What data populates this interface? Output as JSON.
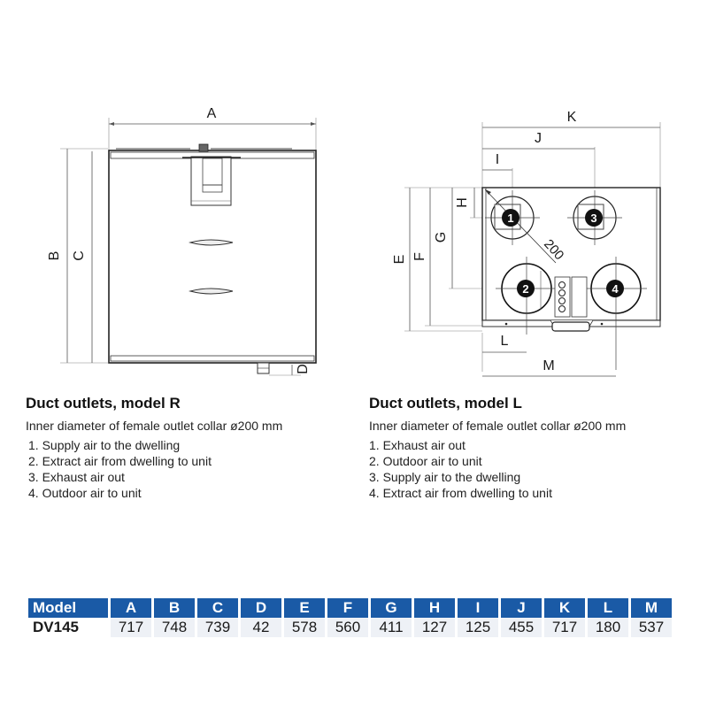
{
  "diagram_left": {
    "name": "front-view",
    "dimension_labels": {
      "width": "A",
      "height_total": "B",
      "height_body": "C",
      "foot": "D"
    }
  },
  "diagram_right": {
    "name": "top-view-duct-outlets",
    "dimension_labels": {
      "E": "E",
      "F": "F",
      "G": "G",
      "H": "H",
      "I": "I",
      "J": "J",
      "K": "K",
      "L": "L",
      "M": "M"
    },
    "diameter_label": "200",
    "outlets": [
      "1",
      "2",
      "3",
      "4"
    ]
  },
  "model_r": {
    "title": "Duct outlets, model R",
    "subtitle": "Inner diameter of female outlet collar ø200 mm",
    "items": [
      "1. Supply air to the dwelling",
      "2. Extract air from dwelling to unit",
      "3. Exhaust air out",
      "4. Outdoor air to unit"
    ]
  },
  "model_l": {
    "title": "Duct outlets, model L",
    "subtitle": "Inner diameter of female outlet collar ø200 mm",
    "items": [
      "1. Exhaust air out",
      "2. Outdoor air to unit",
      "3. Supply air to the dwelling",
      "4. Extract air from dwelling to unit"
    ]
  },
  "table": {
    "header_color": "#1a5aa6",
    "headers": [
      "Model",
      "A",
      "B",
      "C",
      "D",
      "E",
      "F",
      "G",
      "H",
      "I",
      "J",
      "K",
      "L",
      "M"
    ],
    "rows": [
      [
        "DV145",
        "717",
        "748",
        "739",
        "42",
        "578",
        "560",
        "411",
        "127",
        "125",
        "455",
        "717",
        "180",
        "537"
      ]
    ]
  }
}
